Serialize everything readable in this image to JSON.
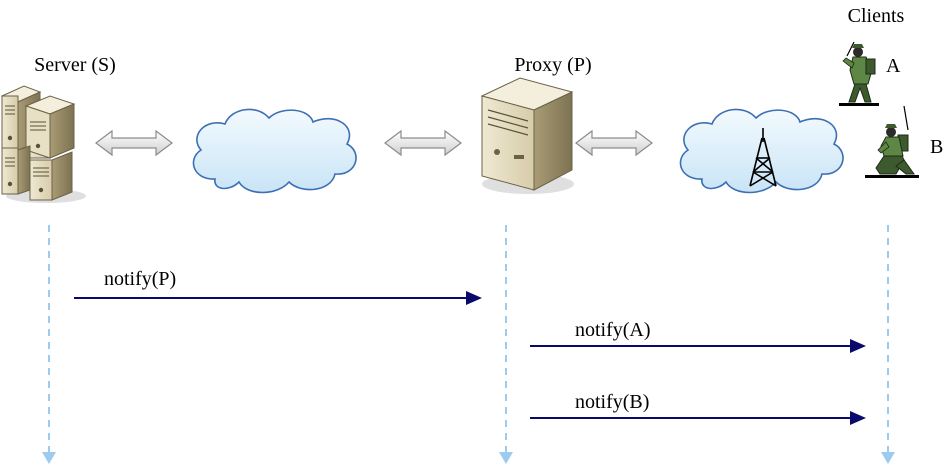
{
  "nodes": {
    "server": {
      "label": "Server (S)"
    },
    "proxy": {
      "label": "Proxy (P)"
    },
    "clients": {
      "label": "Clients",
      "client_a_label": "A",
      "client_b_label": "B"
    }
  },
  "messages": [
    {
      "label": "notify(P)",
      "from": "server",
      "to": "proxy"
    },
    {
      "label": "notify(A)",
      "from": "proxy",
      "to": "clients"
    },
    {
      "label": "notify(B)",
      "from": "proxy",
      "to": "clients"
    }
  ],
  "icons": {
    "server": "server-rack-icon",
    "proxy": "server-tower-icon",
    "network_cloud": "cloud-icon",
    "wireless_cloud": "wireless-cloud-icon",
    "antenna": "antenna-tower-icon",
    "client_a": "soldier-standing-icon",
    "client_b": "soldier-kneeling-icon",
    "link": "double-arrow-icon"
  },
  "colors": {
    "message_arrow": "#0a0a6e",
    "lifeline": "#9ccbef",
    "cloud_fill": "#dbeefa",
    "cloud_stroke": "#3c6fb3",
    "link_arrow": "#e6e6e6"
  }
}
